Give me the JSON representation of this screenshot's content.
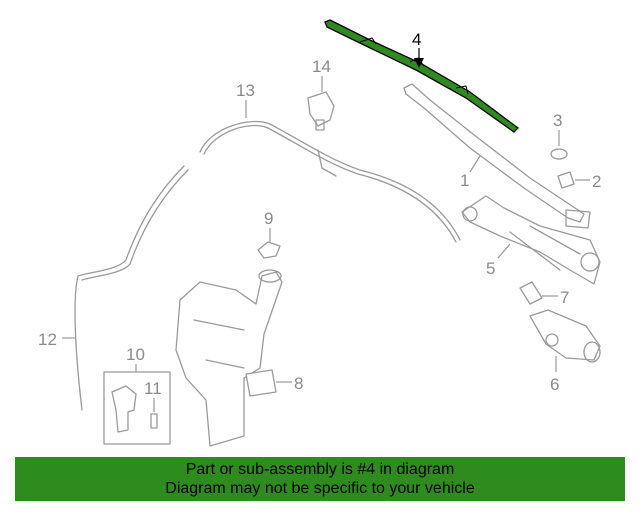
{
  "callouts": {
    "c1": "1",
    "c2": "2",
    "c3": "3",
    "c4": "4",
    "c5": "5",
    "c6": "6",
    "c7": "7",
    "c8": "8",
    "c9": "9",
    "c10": "10",
    "c11": "11",
    "c12": "12",
    "c13": "13",
    "c14": "14"
  },
  "highlight_part": "4",
  "colors": {
    "highlight_fill": "#2e8b1e",
    "line_gray": "#9a9a9a",
    "banner_bg": "#2e8b1e"
  },
  "banner": {
    "line1": "Part or sub-assembly is #4 in diagram",
    "line2": "Diagram may not be specific to your vehicle"
  }
}
